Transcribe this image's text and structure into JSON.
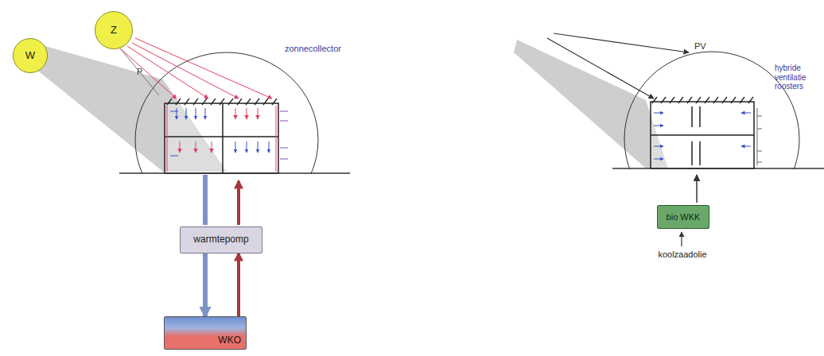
{
  "diagram": {
    "nodes": [
      {
        "text": [
          "Z"
        ]
      },
      {
        "text": [
          "W"
        ]
      },
      {
        "text": [
          "warmtepomp"
        ]
      },
      {
        "text": [
          "WKO"
        ]
      },
      {
        "text": [
          "bio WKK"
        ]
      }
    ],
    "edges": [
      {
        "from": 2,
        "to": 3,
        "arrow": "to"
      },
      {
        "from": 3,
        "to": 2,
        "arrow": "to"
      }
    ],
    "labels": [
      "zonnecollector",
      "P",
      "PV",
      "hybride ventilatie roosters",
      "koolzaadolie"
    ]
  }
}
